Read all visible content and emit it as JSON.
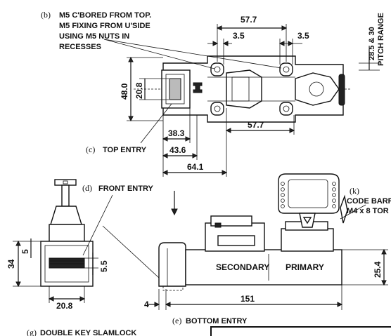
{
  "labels": {
    "b_marker": "(b)",
    "b_lines": [
      "M5 C'BORED FROM TOP.",
      "M5 FIXING FROM U'SIDE",
      "USING M5 NUTS IN",
      "RECESSES"
    ],
    "c_marker": "(c)",
    "c_text": "TOP ENTRY",
    "d_marker": "(d)",
    "d_text": "FRONT ENTRY",
    "e_marker": "(e)",
    "e_text": "BOTTOM ENTRY",
    "g_marker": "(g)",
    "g_text": "DOUBLE KEY SLAMLOCK",
    "k_marker": "(k)",
    "k_lines": [
      "CODE BARRE",
      "M4 x 8  TOR"
    ],
    "pitch_lines": [
      "28.5 & 30",
      "PITCH RANGE"
    ]
  },
  "blocks": {
    "secondary": "SECONDARY",
    "primary": "PRIMARY"
  },
  "dimensions": {
    "top_width": "57.7",
    "top_left_gap": "3.5",
    "top_right_gap": "3.5",
    "height_48": "48.0",
    "height_20_8": "20.8",
    "d_38_3": "38.3",
    "d_43_6": "43.6",
    "d_64_1": "64.1",
    "d_57_7_lower": "57.7",
    "front_34": "34",
    "front_5": "5",
    "front_5_5": "5.5",
    "front_20_8": "20.8",
    "side_4": "4",
    "side_151": "151",
    "side_25_4": "25.4"
  }
}
